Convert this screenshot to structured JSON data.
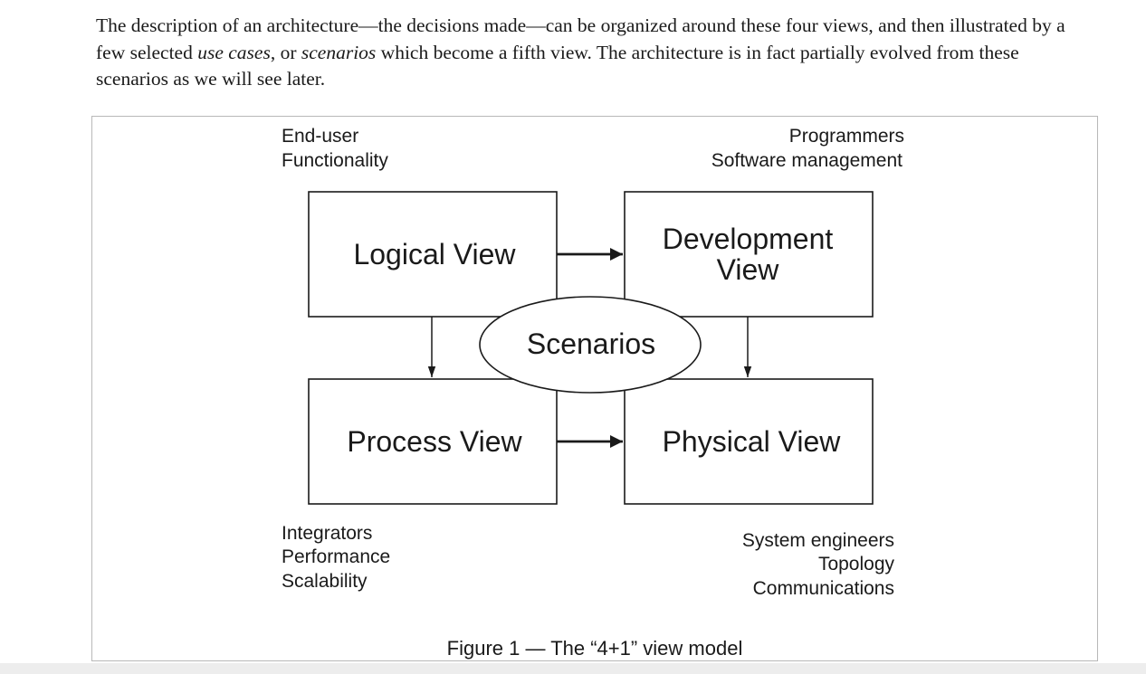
{
  "intro": {
    "part1": "The description of an architecture—the decisions made—can be organized around these four views, and then illustrated by a few selected ",
    "use_cases": "use cases",
    "part2": ", or ",
    "scenarios": "scenarios",
    "part3": " which become a fifth view. The architecture is in fact partially evolved from these scenarios as we will see later."
  },
  "figure": {
    "boxes": {
      "logical": "Logical View",
      "development_line1": "Development",
      "development_line2": "View",
      "process": "Process View",
      "physical": "Physical View"
    },
    "center": "Scenarios",
    "stakeholders": {
      "top_left": [
        "End-user",
        "Functionality"
      ],
      "top_right": [
        "Programmers",
        "Software management"
      ],
      "bottom_left": [
        "Integrators",
        "Performance",
        "Scalability"
      ],
      "bottom_right": [
        "System engineers",
        "Topology",
        "Communications"
      ]
    },
    "caption": "Figure 1 — The “4+1” view model"
  },
  "colors": {
    "ink": "#1a1a1a",
    "frame": "#b8b8b8"
  }
}
